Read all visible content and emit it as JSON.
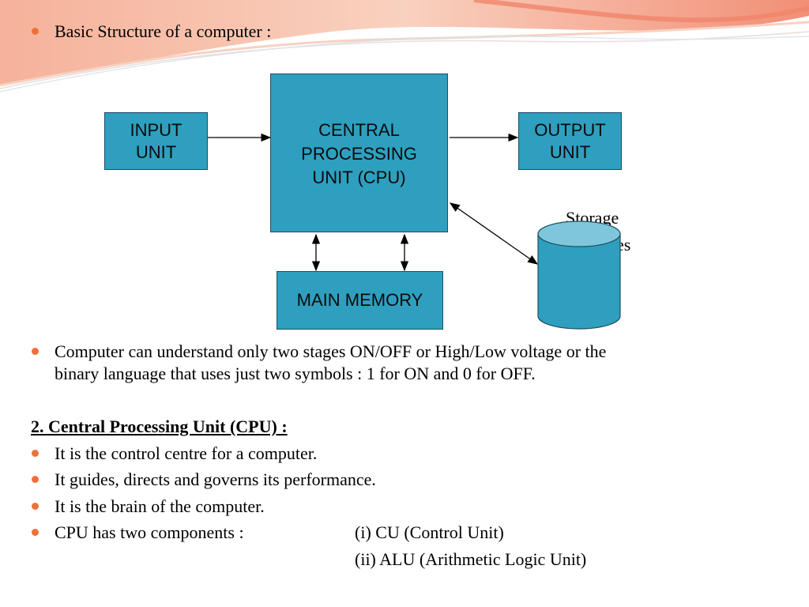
{
  "title_bullet": "Basic Structure of a computer :",
  "diagram": {
    "input_unit": "INPUT\nUNIT",
    "cpu": "CENTRAL\nPROCESSING\nUNIT (CPU)",
    "output_unit": "OUTPUT\nUNIT",
    "main_memory": "MAIN MEMORY",
    "storage_line1": "Storage",
    "storage_line2_partial": "es"
  },
  "paragraph": {
    "line1": "Computer can understand only two stages ON/OFF or High/Low voltage or the",
    "line2": "binary language that uses just two symbols : 1 for ON and 0 for OFF."
  },
  "section_heading": "2. Central Processing Unit (CPU) :",
  "bullets": [
    "It is the control centre for a computer.",
    "It guides, directs and governs its performance.",
    "It is the brain of the computer.",
    "CPU has two components :"
  ],
  "components": [
    "(i) CU (Control Unit)",
    "(ii) ALU (Arithmetic Logic Unit)"
  ],
  "colors": {
    "accent": "#f0703a",
    "box_fill": "#2e9fbf",
    "cylinder_top": "#7fc6dc"
  }
}
